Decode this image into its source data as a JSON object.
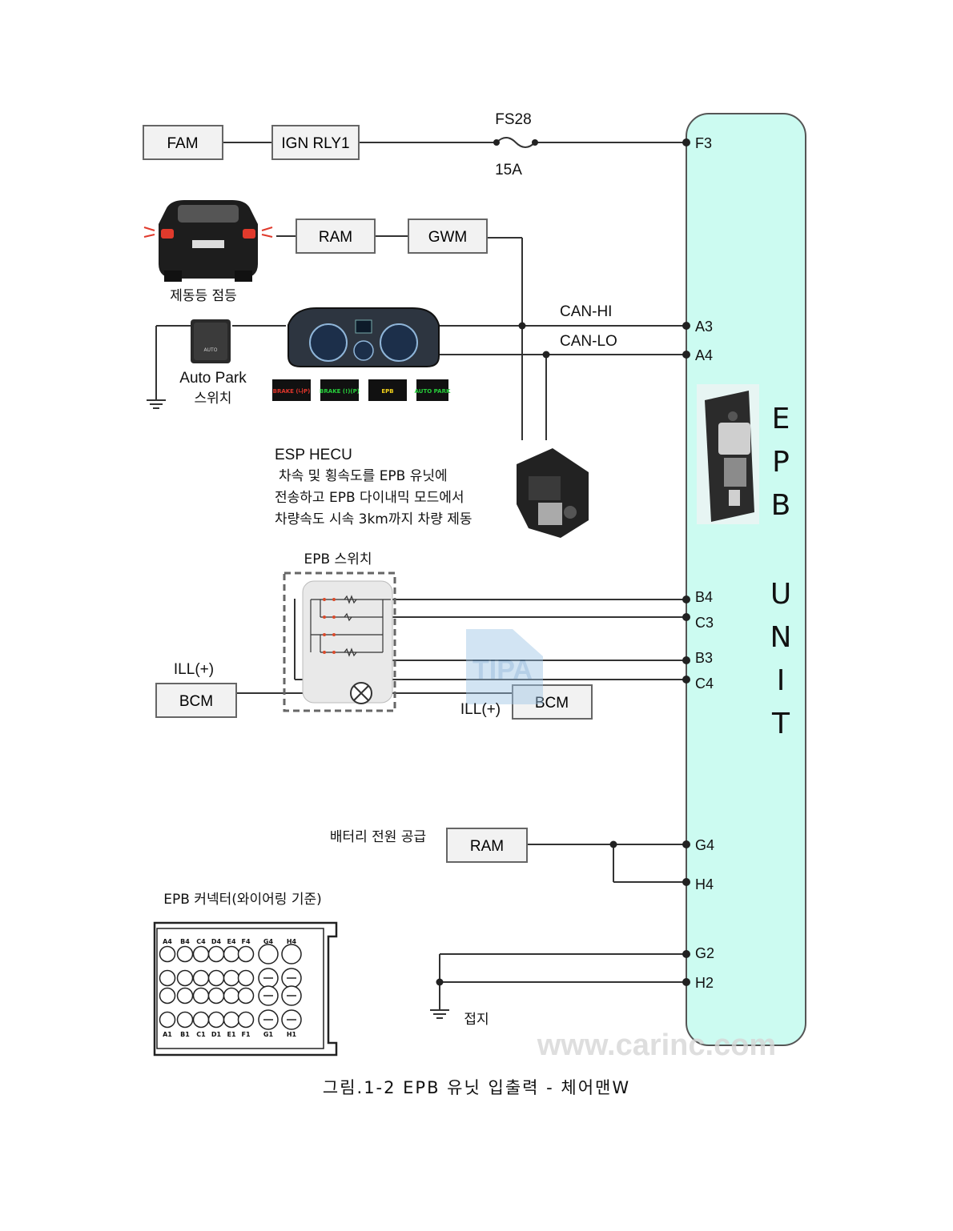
{
  "blocks": {
    "fam": "FAM",
    "ign_rly1": "IGN RLY1",
    "ram_top": "RAM",
    "gwm": "GWM",
    "bcm_left": "BCM",
    "bcm_right": "BCM",
    "ram_bottom": "RAM"
  },
  "fuse": {
    "name": "FS28",
    "rating": "15A"
  },
  "labels": {
    "brake_lamp": "제동등 점등",
    "can_hi": "CAN-HI",
    "can_lo": "CAN-LO",
    "auto_park_line1": "Auto Park",
    "auto_park_line2": "스위치",
    "esp_title": "ESP HECU",
    "esp_desc_1": "차속 및 횡속도를 EPB 유닛에",
    "esp_desc_2": "전송하고 EPB 다이내믹 모드에서",
    "esp_desc_3": "차량속도 시속 3km까지 차량 제동",
    "epb_switch": "EPB 스위치",
    "ill_left": "ILL(+)",
    "ill_right": "ILL(+)",
    "battery": "배터리 전원 공급",
    "connector_title": "EPB 커넥터(와이어링 기준)",
    "ground": "접지",
    "watermark": "www.carinc.com",
    "tipa": "TIPA"
  },
  "indicators": [
    {
      "text": "BRAKE (나P)",
      "color": "#e0352b"
    },
    {
      "text": "BRAKE (!)(P)",
      "color": "#27d13b"
    },
    {
      "text": "EPB",
      "color": "#f3d21a"
    },
    {
      "text": "AUTO PARK",
      "color": "#27d13b"
    }
  ],
  "auto_switch_icon": "AUTO",
  "pins": {
    "f3": "F3",
    "a3": "A3",
    "a4": "A4",
    "b4": "B4",
    "c3": "C3",
    "b3": "B3",
    "c4": "C4",
    "g4": "G4",
    "h4": "H4",
    "g2": "G2",
    "h2": "H2"
  },
  "epb_unit_letters": [
    "E",
    "P",
    "B",
    "U",
    "N",
    "I",
    "T"
  ],
  "connector_top_labels": [
    "A4",
    "B4",
    "C4",
    "D4",
    "E4",
    "F4",
    "G4",
    "H4"
  ],
  "connector_bottom_labels": [
    "A1",
    "B1",
    "C1",
    "D1",
    "E1",
    "F1",
    "G1",
    "H1"
  ],
  "colors": {
    "epb_unit_fill": "#ccfbf1",
    "box_fill": "#f2f2f2",
    "line": "#333333"
  },
  "caption": "그림.1-2 EPB 유닛 입출력 - 체어맨W"
}
